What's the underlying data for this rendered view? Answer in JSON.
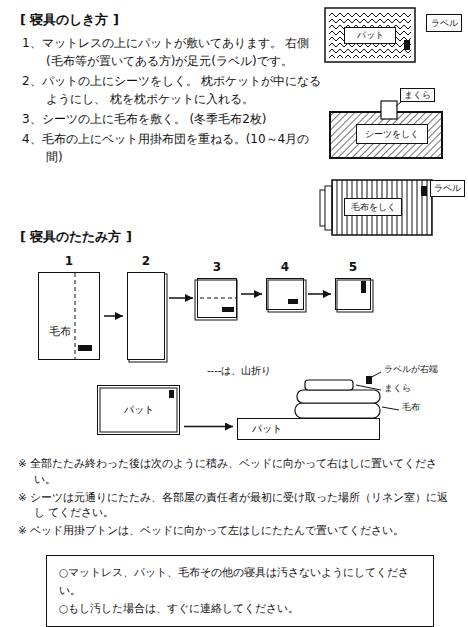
{
  "diagram": {
    "title": "[ 寝具のしき方 ]",
    "nodes": [
      {
        "text": [
          "パット"
        ]
      },
      {
        "text": [
          "ラベル"
        ]
      },
      {
        "text": [
          "まくら"
        ]
      },
      {
        "text": [
          "シーツをしく"
        ]
      },
      {
        "text": [
          "毛布をしく"
        ]
      },
      {
        "text": [
          "ラベル"
        ]
      },
      {
        "text": [
          "1",
          "毛布"
        ]
      },
      {
        "text": [
          "2"
        ]
      },
      {
        "text": [
          "3"
        ]
      },
      {
        "text": [
          "4"
        ]
      },
      {
        "text": [
          "5"
        ]
      },
      {
        "text": [
          "パット"
        ]
      },
      {
        "text": [
          "パット"
        ]
      },
      {
        "text": [
          "○マットレス、パット、毛布その他の寝具は汚さないようにしてください。",
          "○もし汚した場合は、すぐに連絡してください。"
        ]
      }
    ],
    "edges": [
      {
        "from": 6,
        "to": 7,
        "arrow": "to"
      },
      {
        "from": 7,
        "to": 8,
        "arrow": "to"
      },
      {
        "from": 8,
        "to": 9,
        "arrow": "to"
      },
      {
        "from": 9,
        "to": 10,
        "arrow": "to"
      },
      {
        "from": 11,
        "to": 12,
        "arrow": "to"
      }
    ],
    "labels": [
      "1、マットレスの上にパットが敷いてあります。 右側(毛布等が置いてある方)が足元(ラベル)です。",
      "2、パットの上にシーツをしく。 枕ポケットが中になるようにし、 枕を枕ポケットに入れる。",
      "3、シーツの上に毛布を敷く。 (冬季毛布2枚)",
      "4、毛布の上にベット用掛布団を重ねる。(10～4月の間)",
      "[ 寝具のたたみ方 ]",
      "----は、山折り",
      "ラベルが右端",
      "まくら",
      "毛布",
      "※ 全部たたみ終わった後は次のように積み、ベッドに向かって右はしに置いてください。",
      "※ シーツは元通りにたたみ、各部屋の責任者が最初に受け取った場所（リネン室）に返し てください。",
      "※ ベッド用掛ブトンは、ベッドに向かって左はしにたたんで置いてください。"
    ]
  }
}
